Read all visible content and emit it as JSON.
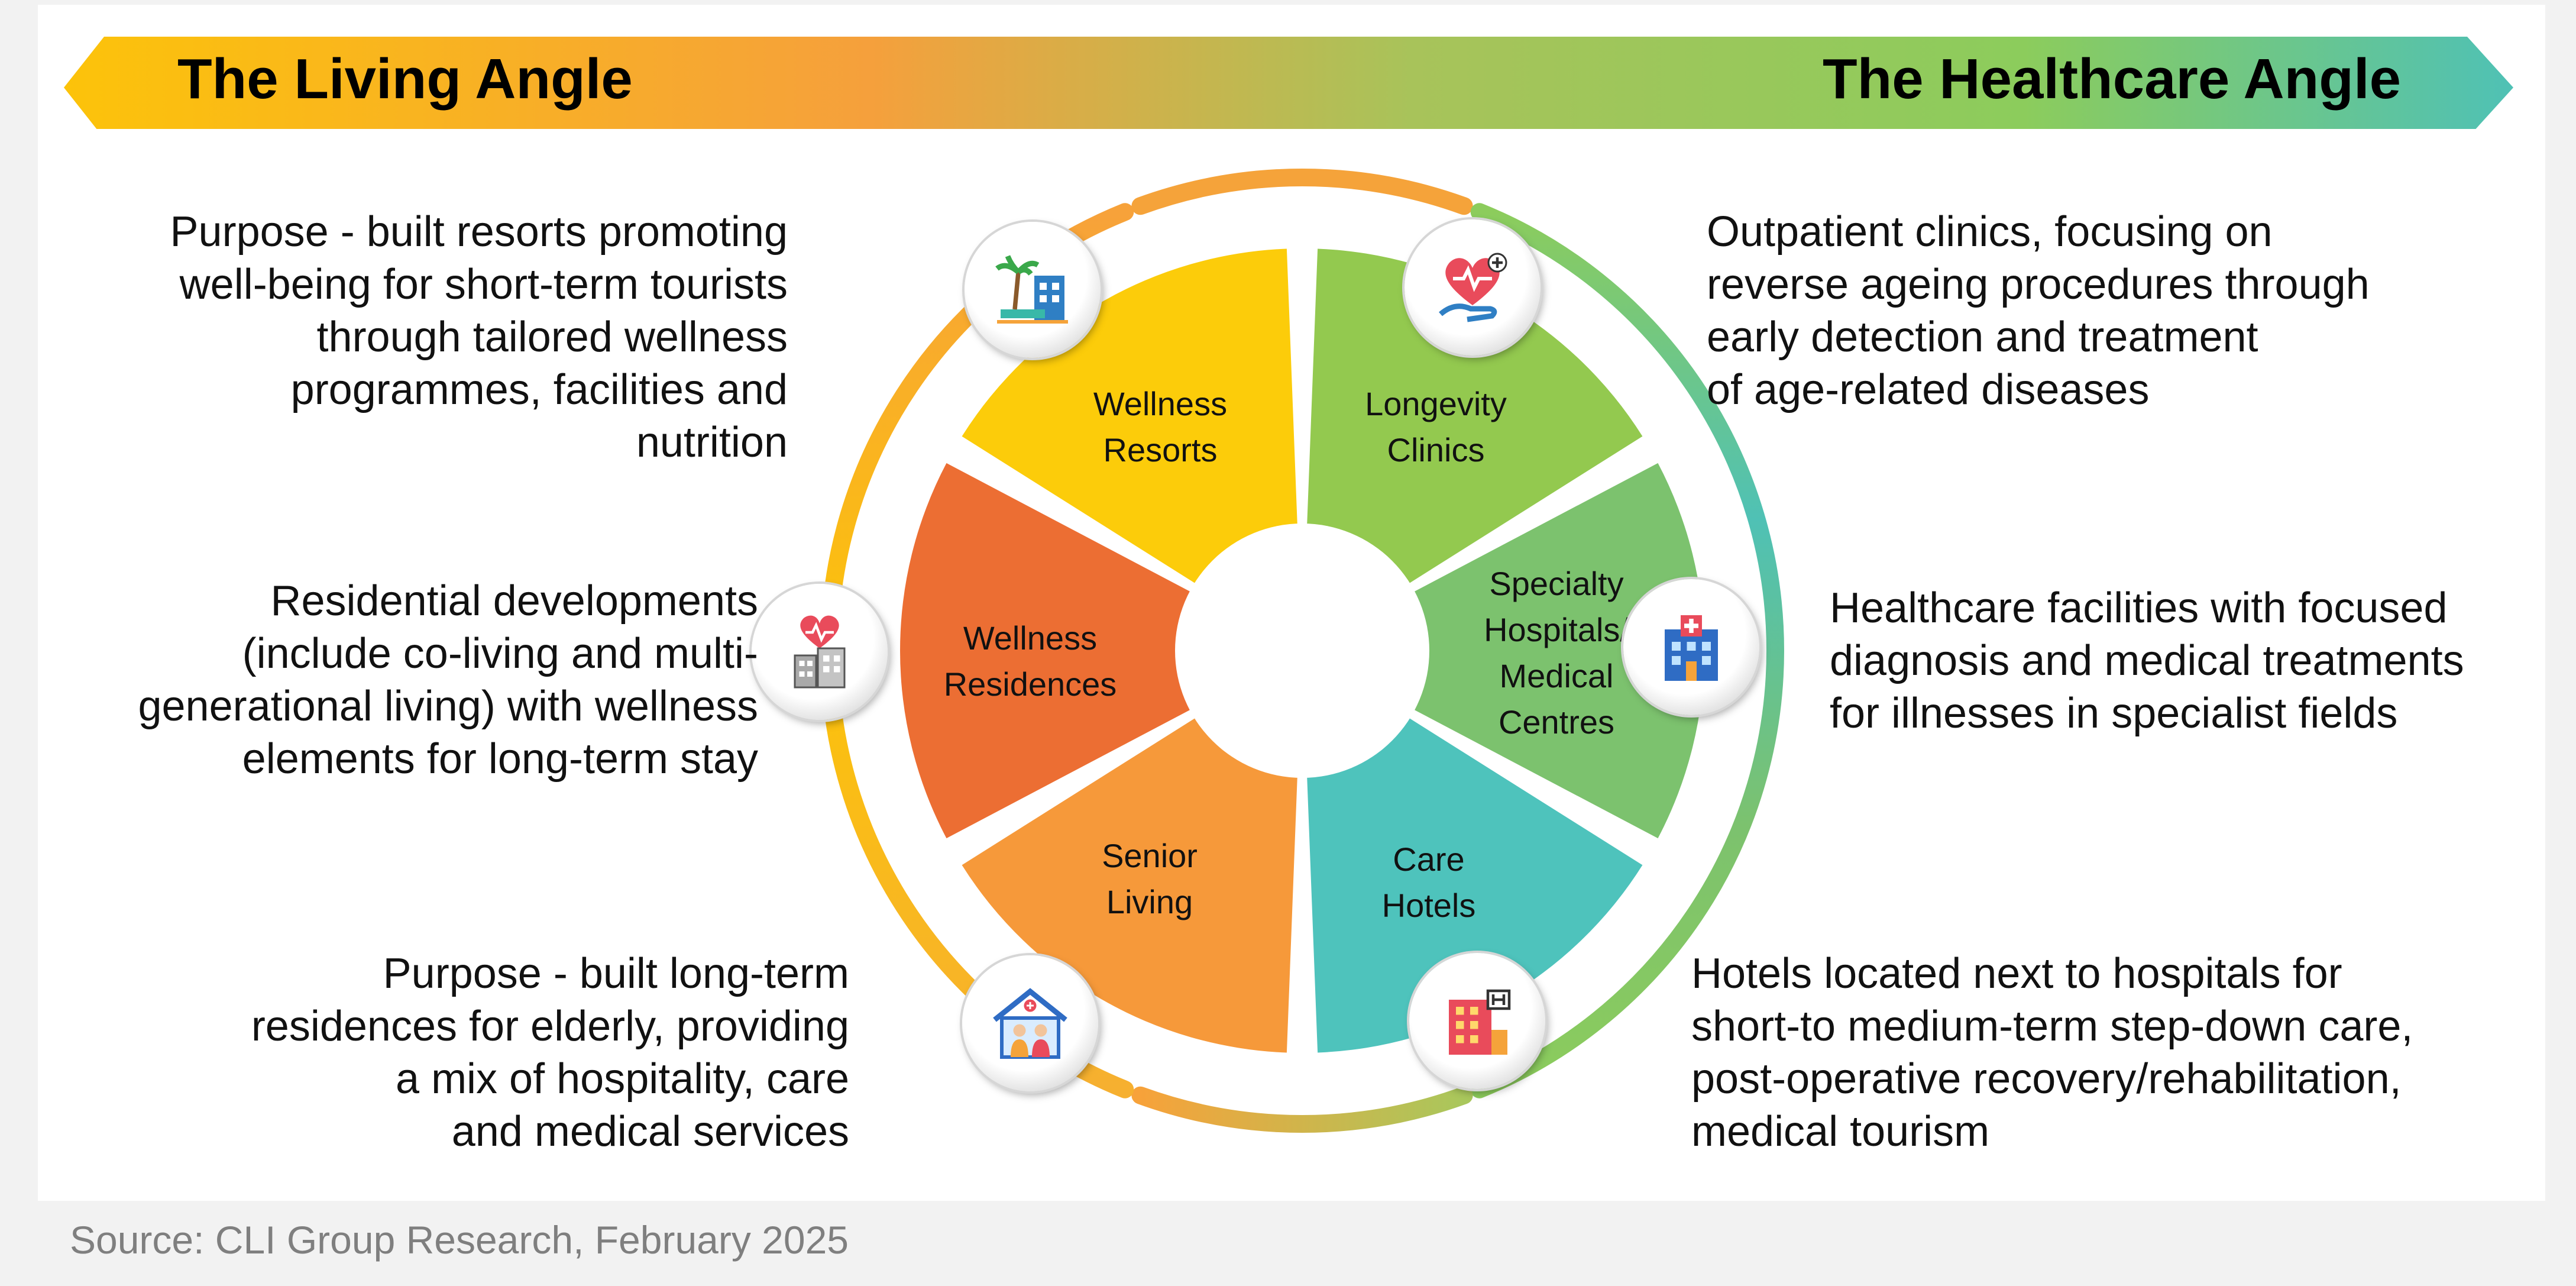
{
  "header": {
    "left_title": "The Living Angle",
    "right_title": "The Healthcare Angle"
  },
  "segments": [
    {
      "label": "Wellness\nResorts",
      "icon": "resort-icon",
      "color": "#fccc0a"
    },
    {
      "label": "Longevity\nClinics",
      "icon": "heart-hand-icon",
      "color": "#93c94f"
    },
    {
      "label": "Specialty\nHospitals/\nMedical\nCentres",
      "icon": "hospital-icon",
      "color": "#7cc26e"
    },
    {
      "label": "Care\nHotels",
      "icon": "hotel-icon",
      "color": "#4ec3bc"
    },
    {
      "label": "Senior\nLiving",
      "icon": "senior-home-icon",
      "color": "#f6993a"
    },
    {
      "label": "Wellness\nResidences",
      "icon": "residence-heart-icon",
      "color": "#ec6e33"
    }
  ],
  "descriptions": {
    "wellness_resorts": "Purpose - built resorts promoting\nwell-being for short-term tourists\nthrough tailored wellness\nprogrammes, facilities and\nnutrition",
    "longevity_clinics": "Outpatient clinics, focusing on\nreverse ageing procedures through\nearly detection and treatment\nof age-related diseases",
    "specialty_hospitals": "Healthcare facilities with focused\ndiagnosis and medical treatments\nfor illnesses in specialist fields",
    "care_hotels": "Hotels located next to hospitals for\nshort-to medium-term step-down care,\npost-operative recovery/rehabilitation,\nmedical tourism",
    "senior_living": "Purpose - built long-term\nresidences for elderly, providing\na mix of hospitality, care\nand medical services",
    "wellness_residences": "Residential developments\n(include co-living and multi-\ngenerational living) with wellness\nelements for long-term stay"
  },
  "source": "Source: CLI Group Research, February 2025",
  "colors": {
    "gradient_start": "#fcc30a",
    "gradient_mid": "#f5a03c",
    "gradient_green": "#8ccc5c",
    "gradient_end": "#4fc1b5"
  }
}
